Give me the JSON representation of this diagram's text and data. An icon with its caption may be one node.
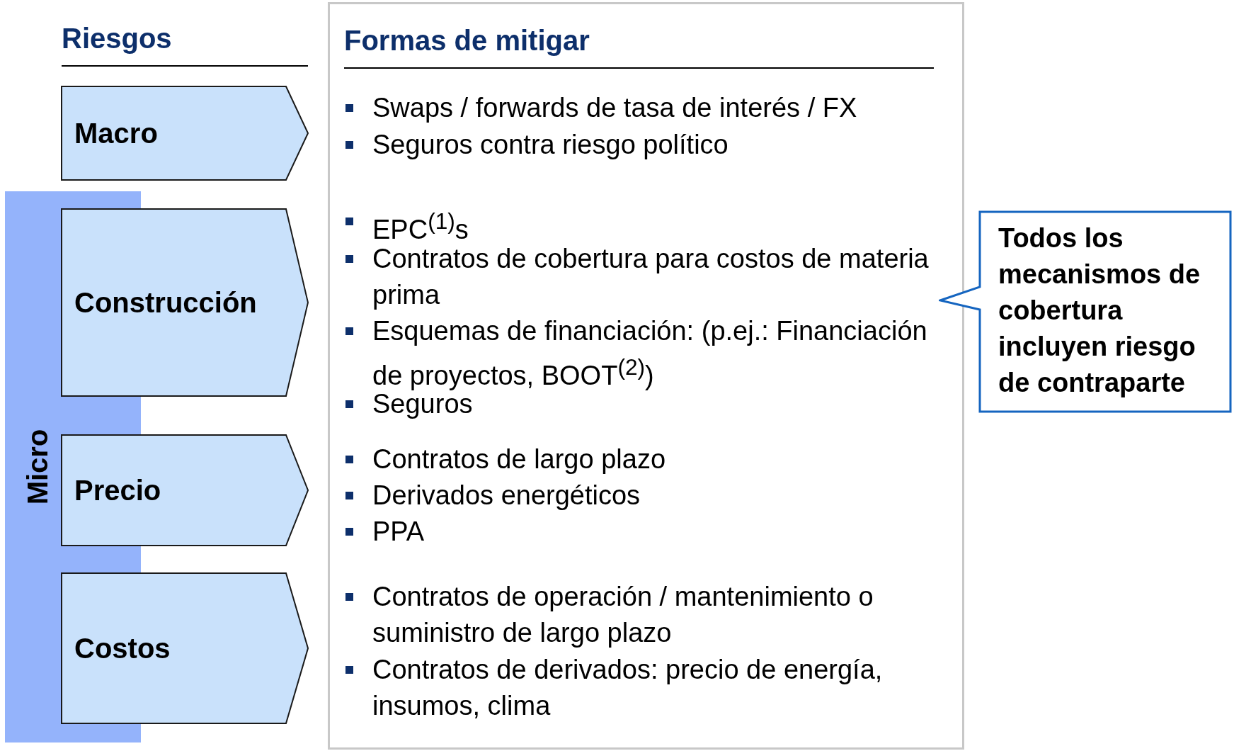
{
  "diagram": {
    "nodes": [
      {
        "text": [
          "Macro"
        ]
      },
      {
        "text": [
          "Micro"
        ]
      },
      {
        "text": [
          "Construcción"
        ]
      },
      {
        "text": [
          "Precio"
        ]
      },
      {
        "text": [
          "Costos"
        ]
      },
      {
        "text": [
          "Formas de mitigar",
          "Swaps / forwards de tasa de interés / FX",
          "Seguros contra riesgo político",
          "EPC$^{(1)}$s",
          "Contratos de cobertura para costos de materia prima",
          "Esquemas de financiación: (p.ej.: Financiación de proyectos, BOOT$^{(2)}$)",
          "Seguros",
          "Contratos de largo plazo",
          "Derivados energéticos",
          "PPA",
          "Contratos de operación / mantenimiento o suministro de largo plazo",
          "Contratos de derivados: precio de energía, insumos, clima"
        ]
      },
      {
        "text": [
          "Todos los mecanismos de cobertura incluyen riesgo de contraparte"
        ]
      }
    ],
    "edges": [],
    "labels": [
      "Riesgos"
    ]
  }
}
